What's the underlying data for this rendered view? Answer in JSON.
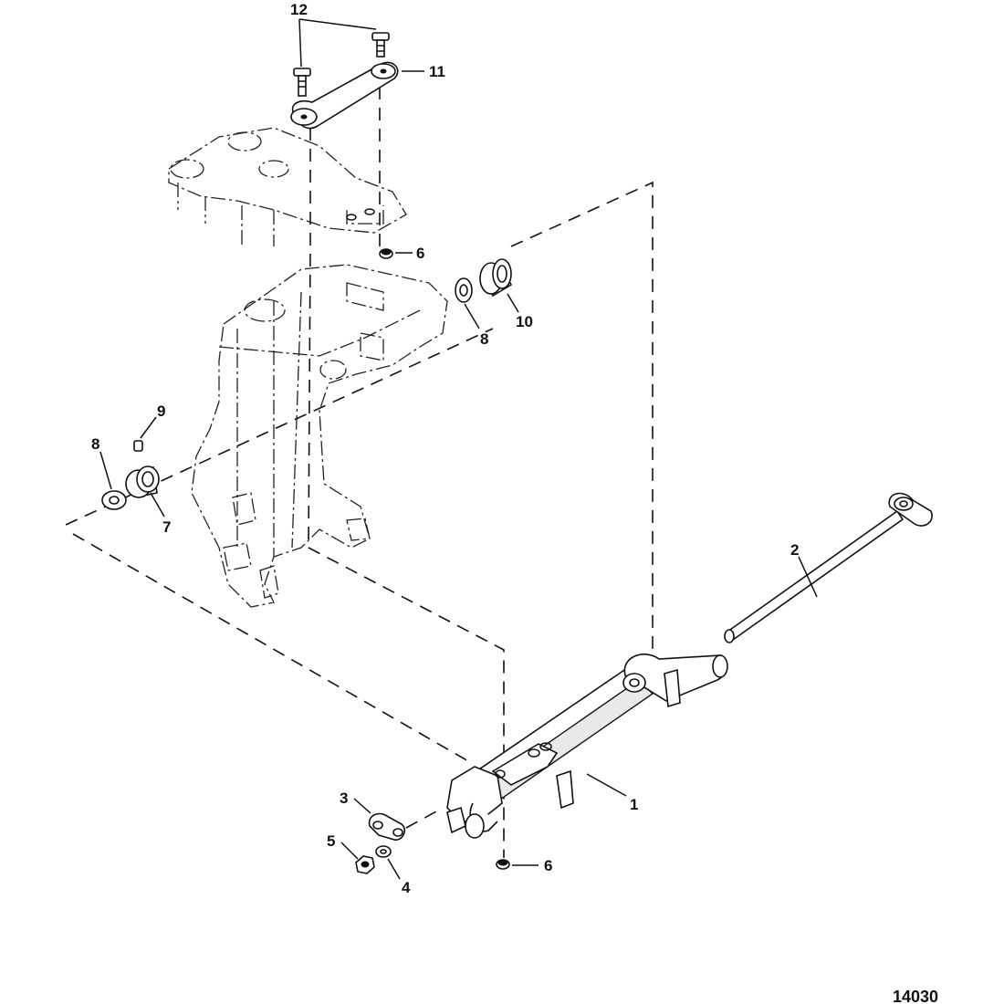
{
  "diagram": {
    "figure_number": "14030",
    "callouts": {
      "c1": "1",
      "c2": "2",
      "c3": "3",
      "c4": "4",
      "c5": "5",
      "c6a": "6",
      "c6b": "6",
      "c7": "7",
      "c8a": "8",
      "c8b": "8",
      "c9": "9",
      "c10": "10",
      "c11": "11",
      "c12": "12"
    }
  }
}
